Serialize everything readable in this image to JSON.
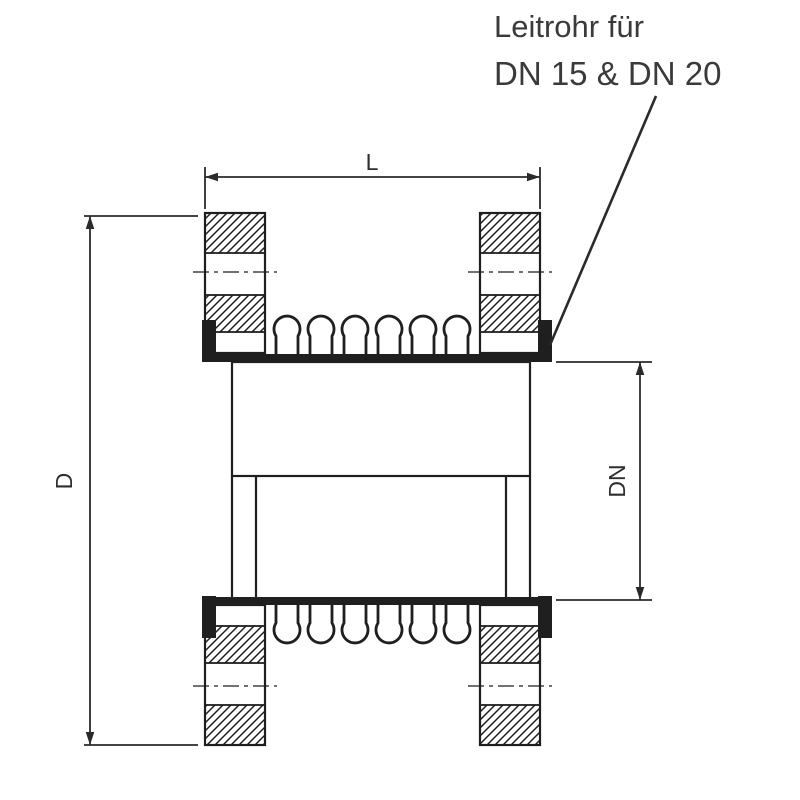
{
  "annotation": {
    "line1": "Leitrohr für",
    "line2": "DN 15 & DN 20"
  },
  "dimensions": {
    "length": "L",
    "outer_diameter": "D",
    "nominal_diameter": "DN"
  },
  "colors": {
    "line": "#1f1f1f",
    "dimension": "#2a2a2a",
    "text": "#3a3a3a",
    "background": "#ffffff"
  }
}
